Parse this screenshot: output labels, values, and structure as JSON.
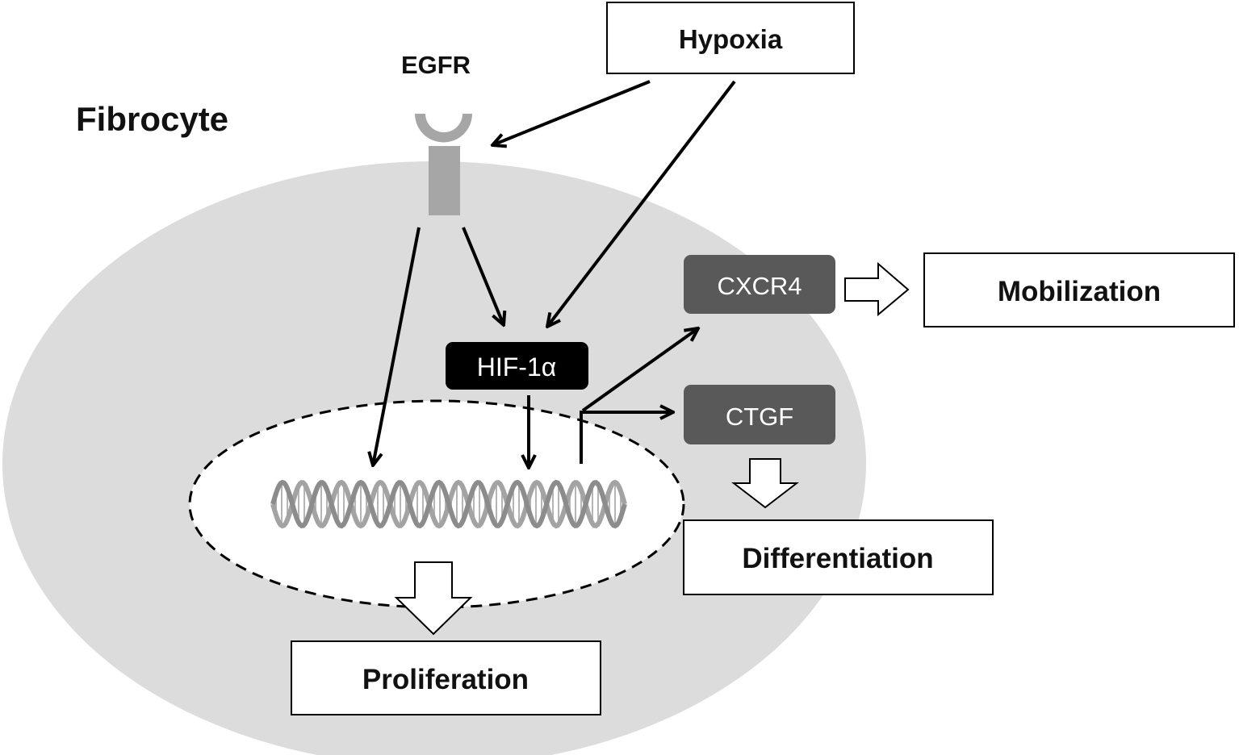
{
  "diagram": {
    "cell_label": "Fibrocyte",
    "receptor_label": "EGFR",
    "stimulus_label": "Hypoxia",
    "transcription_factor": "HIF-1α",
    "targets": [
      "CXCR4",
      "CTGF"
    ],
    "outcomes": {
      "mobilization": "Mobilization",
      "differentiation": "Differentiation",
      "proliferation": "Proliferation"
    },
    "icons": [
      "egfr-receptor-icon",
      "dna-helix-icon",
      "hollow-arrow-icon"
    ],
    "colors": {
      "cell_fill": "#dcdcdc",
      "receptor": "#a6a6a6",
      "hif_fill": "#000000",
      "target_fill": "#595959",
      "arrow": "#000000"
    }
  }
}
